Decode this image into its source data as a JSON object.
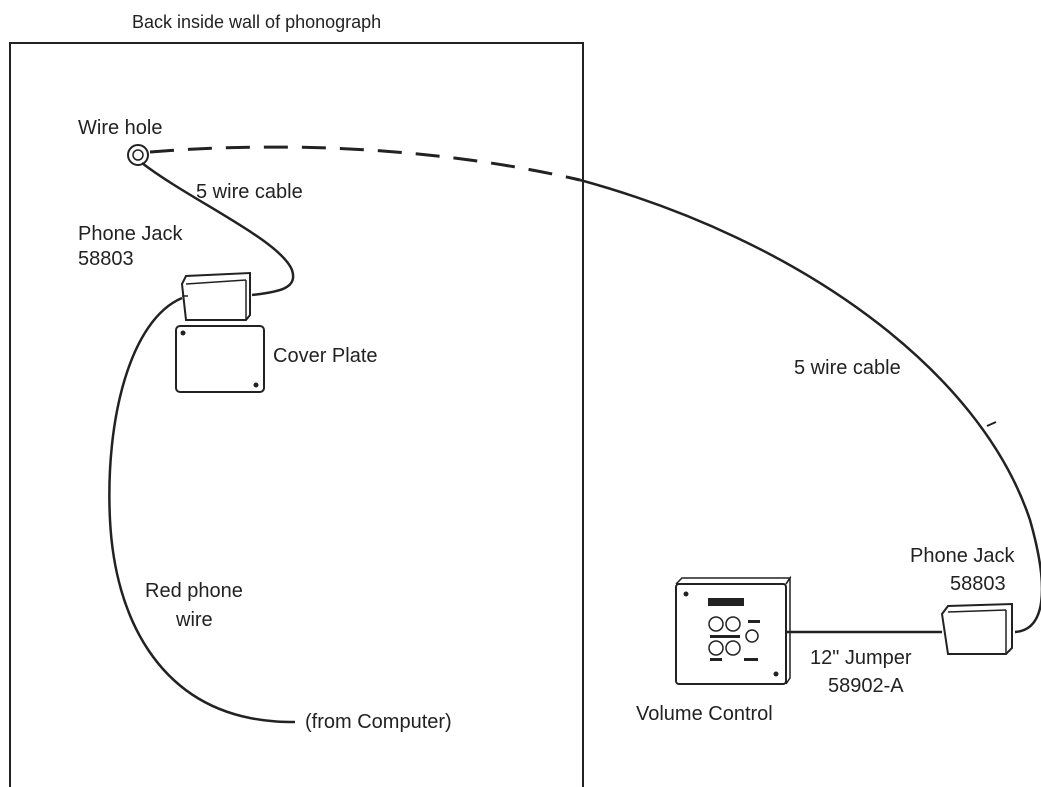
{
  "wall_title": "Back inside wall of phonograph",
  "labels": {
    "wire_hole": "Wire hole",
    "cable_inside": "5 wire cable",
    "phone_jack_left": "Phone Jack",
    "phone_jack_left_part": "58803",
    "cover_plate": "Cover Plate",
    "red_wire_line1": "Red phone",
    "red_wire_line2": "wire",
    "from_computer": "(from Computer)",
    "cable_outside": "5 wire cable",
    "phone_jack_right": "Phone Jack",
    "phone_jack_right_part": "58803",
    "jumper_line1": "12\" Jumper",
    "jumper_line2": "58902-A",
    "volume_control": "Volume Control"
  },
  "colors": {
    "line": "#222222",
    "background": "#ffffff"
  }
}
